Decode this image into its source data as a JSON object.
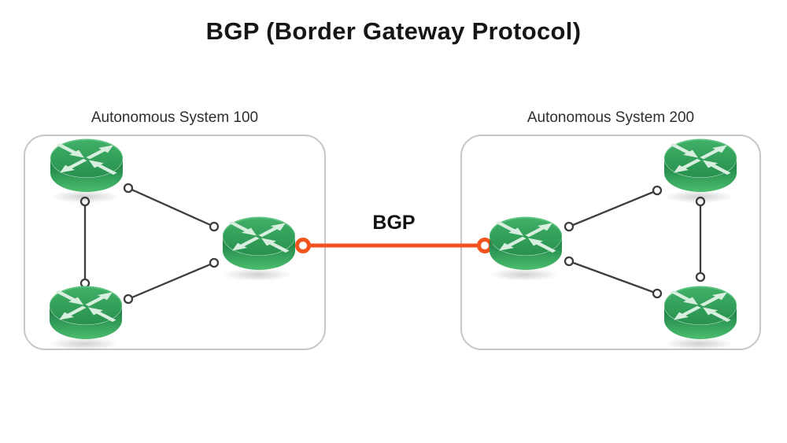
{
  "title": "BGP (Border Gateway Protocol)",
  "bgp_link": {
    "label": "BGP",
    "color": "#F1541E",
    "connects": "AS100 border router to AS200 border router"
  },
  "autonomous_systems": [
    {
      "number": 100,
      "label": "Autonomous System 100",
      "router_count": 3
    },
    {
      "number": 200,
      "label": "Autonomous System 200",
      "router_count": 3
    }
  ],
  "topology": {
    "as100_internal_links": [
      "top-left router - bottom-left router",
      "top-left router - border router",
      "bottom-left router - border router"
    ],
    "as200_internal_links": [
      "top-right router - bottom-right router",
      "top-right router - border router",
      "bottom-right router - border router"
    ],
    "inter_as_link": "border router AS100 - border router AS200"
  },
  "icons": {
    "router": "router-icon",
    "link_endpoint": "endpoint-dot",
    "bgp_endpoint": "bgp-endpoint-ring"
  },
  "colors": {
    "background": "#FFFFFF",
    "router_top_green": "#2F9C56",
    "router_side_dark": "#167A41",
    "router_side_light": "#4CBD6E",
    "arrow_mint": "#D8EEDE",
    "internal_link": "#3D3D3D",
    "box_border": "#C7C7C7",
    "bgp_orange": "#F1541E",
    "text_dark": "#161616"
  }
}
